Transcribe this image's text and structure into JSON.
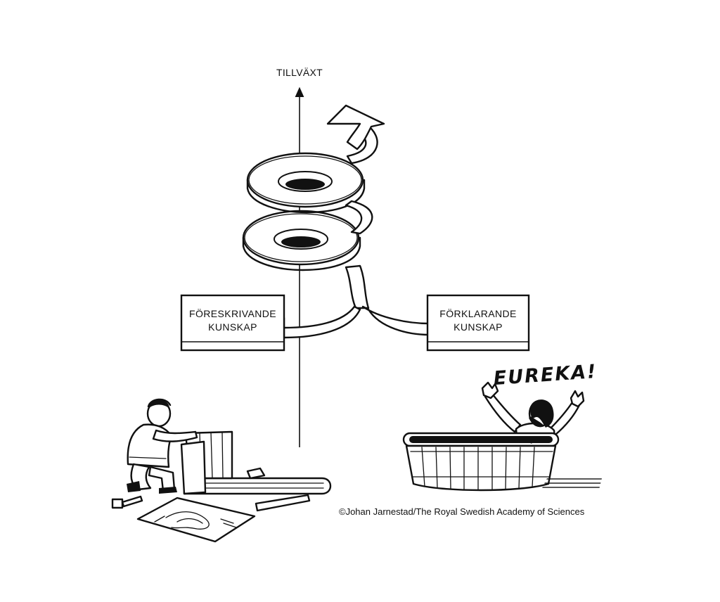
{
  "diagram": {
    "axis": {
      "label": "TILLVÄXT"
    },
    "boxes": {
      "left": {
        "line1": "FÖRESKRIVANDE",
        "line2": "KUNSKAP"
      },
      "right": {
        "line1": "FÖRKLARANDE",
        "line2": "KUNSKAP"
      }
    },
    "exclamation": "EUREKA!",
    "credit": "©Johan Jarnestad/The Royal Swedish Academy of Sciences"
  },
  "colors": {
    "ink": "#111111",
    "background": "#ffffff"
  },
  "icons": [
    "growth-arrow-icon",
    "spiral-arrow-icon",
    "craftsman-figure-icon",
    "bathing-man-figure-icon",
    "bathtub-icon",
    "hammer-icon",
    "blueprint-icon"
  ]
}
